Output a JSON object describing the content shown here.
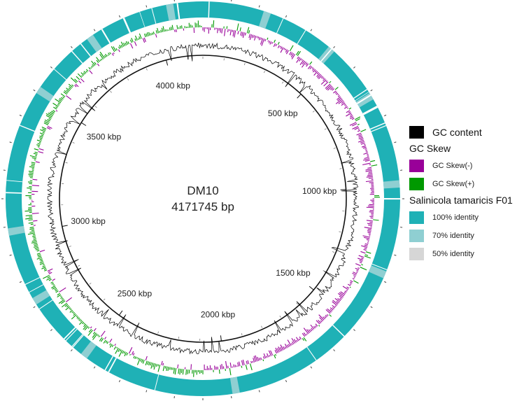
{
  "genome": {
    "name": "DM10",
    "length_label": "4171745 bp",
    "length_bp": 4171745,
    "tick_labels": [
      "500 kbp",
      "1000 kbp",
      "1500 kbp",
      "2000 kbp",
      "2500 kbp",
      "3000 kbp",
      "3500 kbp",
      "4000 kbp"
    ],
    "tick_positions_bp": [
      500000,
      1000000,
      1500000,
      2000000,
      2500000,
      3000000,
      3500000,
      4000000
    ]
  },
  "legend": {
    "gc_content": {
      "label": "GC content",
      "color": "#000000"
    },
    "gc_skew": {
      "title": "GC Skew",
      "negative": {
        "label": "GC Skew(-)",
        "color": "#990099"
      },
      "positive": {
        "label": "GC Skew(+)",
        "color": "#009900"
      }
    },
    "reference": {
      "title": "Salinicola tamaricis F01",
      "identity": [
        {
          "label": "100% identity",
          "color": "#1fb1b6"
        },
        {
          "label": "70% identity",
          "color": "#8fcfd2"
        },
        {
          "label": "50% identity",
          "color": "#d6d6d6"
        }
      ]
    }
  }
}
